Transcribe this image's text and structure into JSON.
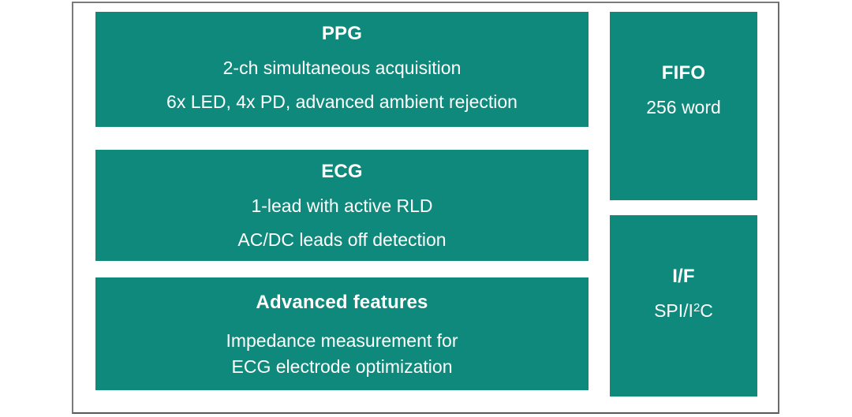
{
  "colors": {
    "block_fill": "#0e897c",
    "frame_border": "#7a7a7a",
    "text": "#ffffff",
    "background": "#ffffff"
  },
  "blocks": {
    "ppg": {
      "title": "PPG",
      "line1": "2-ch simultaneous acquisition",
      "line2": "6x LED, 4x PD, advanced ambient rejection"
    },
    "ecg": {
      "title": "ECG",
      "line1": "1-lead with active RLD",
      "line2": "AC/DC leads off detection"
    },
    "advanced": {
      "title": "Advanced features",
      "line1": "Impedance measurement for",
      "line2": "ECG electrode optimization"
    },
    "fifo": {
      "title": "FIFO",
      "line1": "256 word"
    },
    "interface": {
      "title": "I/F",
      "spi_prefix": "SPI/I",
      "spi_sup": "2",
      "spi_suffix": "C"
    }
  }
}
